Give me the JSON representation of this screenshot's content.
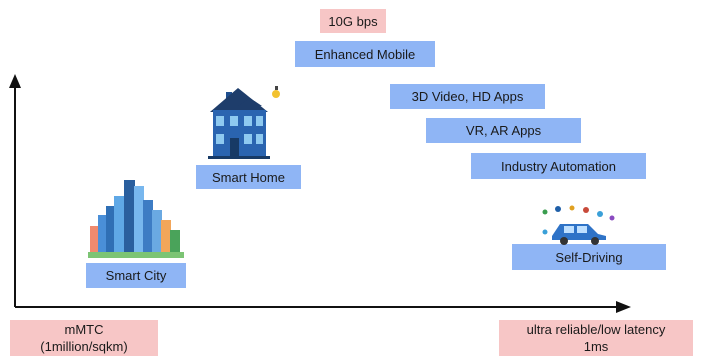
{
  "top_label": "10G bps",
  "labels": {
    "enhanced_mobile": "Enhanced Mobile",
    "video_apps": "3D Video, HD Apps",
    "vr_ar": "VR, AR Apps",
    "industry": "Industry Automation",
    "smart_home": "Smart Home",
    "smart_city": "Smart City",
    "self_driving": "Self-Driving"
  },
  "bottom_left": {
    "line1": "mMTC",
    "line2": "(1million/sqkm)"
  },
  "bottom_right": {
    "line1": "ultra reliable/low latency",
    "line2": "1ms"
  },
  "colors": {
    "blue_box": "#8fb5f5",
    "pink_box": "#f7c6c6"
  },
  "icons": [
    "house-icon",
    "city-icon",
    "car-icon"
  ]
}
